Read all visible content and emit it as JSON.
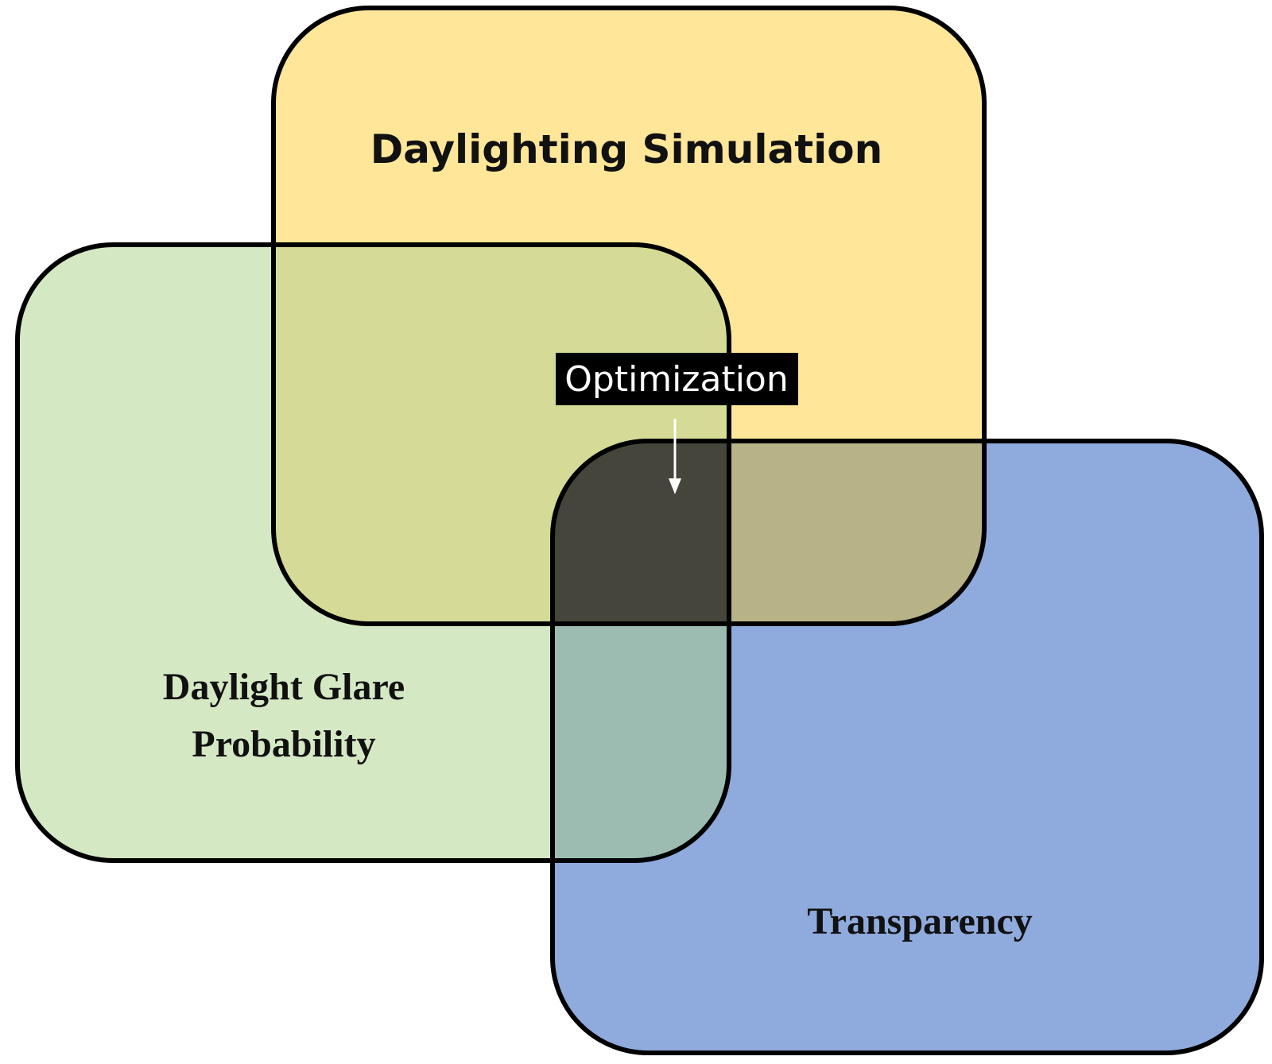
{
  "diagram": {
    "sets": [
      {
        "id": "daylighting-simulation",
        "label": "Daylighting Simulation",
        "color": "#ffe699"
      },
      {
        "id": "daylight-glare-probability",
        "label_lines": [
          "Daylight Glare",
          "Probability"
        ],
        "color": "#d5e8c4"
      },
      {
        "id": "transparency",
        "label": "Transparency",
        "color": "#8faadc"
      }
    ],
    "center": {
      "label": "Optimization",
      "label_bg": "#000000",
      "label_color": "#ffffff"
    },
    "overlap_colors": {
      "simulation_glare": "#d5db96",
      "simulation_transparency": "#b8b287",
      "glare_transparency": "#9cbcb2",
      "all_three": "#45453b"
    },
    "stroke_color": "#000000"
  }
}
